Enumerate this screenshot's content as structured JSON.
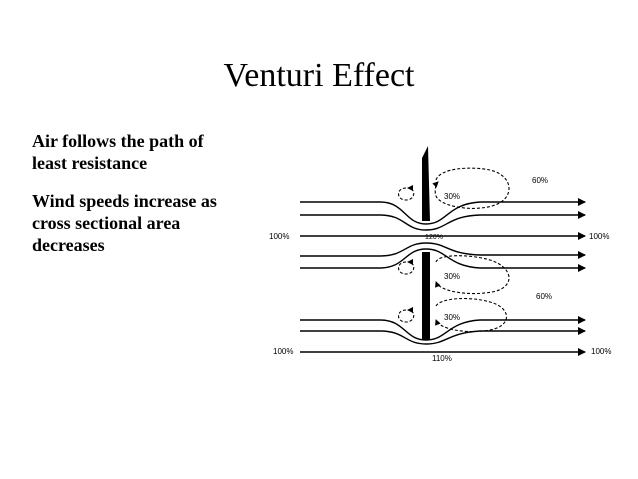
{
  "slide": {
    "title": "Venturi Effect"
  },
  "bullets": [
    {
      "lines": [
        "Air follows the path of",
        "least resistance"
      ]
    },
    {
      "lines": [
        "Wind speeds increase as",
        "cross sectional area",
        "decreases"
      ]
    }
  ],
  "diagram": {
    "labels": {
      "inlet_upper": "100%",
      "outlet_upper": "100%",
      "gap_speed": "120%",
      "eddy_upper": "30%",
      "eddy_middle": "30%",
      "eddy_lower": "30%",
      "outer_upper": "60%",
      "outer_lower": "60%",
      "inlet_lower": "100%",
      "outlet_lower": "100%",
      "bottom_speed": "110%"
    }
  }
}
